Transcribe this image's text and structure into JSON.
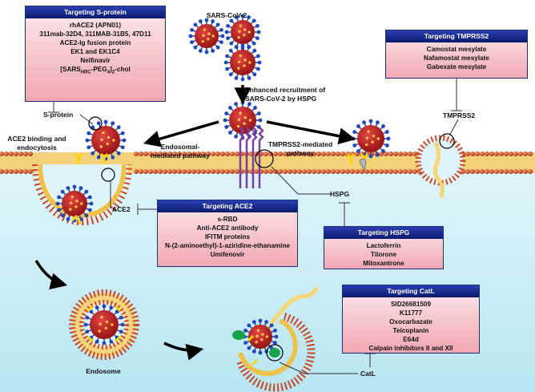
{
  "boxes": {
    "spike": {
      "title": "Targeting S-protein",
      "items": [
        "rhACE2 (APN01)",
        "311mab-32D4, 311MAB-31B5, 47D11",
        "ACE2-Ig fusion protein",
        "EK1 and EK1C4",
        "Nelfinavir"
      ],
      "chol_pre": "[SARS",
      "chol_sub1": "HRC",
      "chol_mid": "-PEG",
      "chol_sub2": "4",
      "chol_post": "]",
      "chol_sub3": "2",
      "chol_end": "-chol"
    },
    "tmprss2": {
      "title": "Targeting TMPRSS2",
      "items": [
        "Camostat mesylate",
        "Nafamostat mesylate",
        "Gabexate mesylate"
      ]
    },
    "ace2": {
      "title": "Targeting ACE2",
      "items": [
        "s-RBD",
        "Anti-ACE2 antibody",
        "IFITM proteins",
        "N-(2-aminoethyl)-1-aziridine-ethanamine",
        "Umifenovir"
      ]
    },
    "hspg": {
      "title": "Targeting HSPG",
      "items": [
        "Lactoferrin",
        "Tilorone",
        "Mitoxantrone"
      ]
    },
    "catl": {
      "title": "Targeting CatL",
      "items": [
        "SID26681509",
        "K11777",
        "Oxocarbazate",
        "Teicoplanin",
        "E64d",
        "Calpain inhibitors II and XII"
      ]
    }
  },
  "labels": {
    "sars": "SARS-CoV-2",
    "recruit": "Enhanced recruitment of SARS-CoV-2 by HSPG",
    "sprotein": "S-protein",
    "ace2_binding": "ACE2 binding and endocytosis",
    "endosomal": "Endosomal-mediated pathway",
    "tmprss2_path": "TMPRSS2-mediated pathway",
    "tmprss2": "TMPRSS2",
    "hspg": "HSPG",
    "ace2": "ACE2",
    "endosome": "Endosome",
    "catl": "CatL"
  },
  "colors": {
    "header": "#14248a",
    "box_fill": "#f4b6c0",
    "virus": "#c21f1f",
    "spike": "#1f3fa0",
    "membrane": "#c74a2a",
    "tail": "#f0c24a",
    "cytoplasm": "#cfeef7",
    "receptor": "#ffd400",
    "hspg": "#7b3f9e",
    "catl": "#16a34a"
  }
}
